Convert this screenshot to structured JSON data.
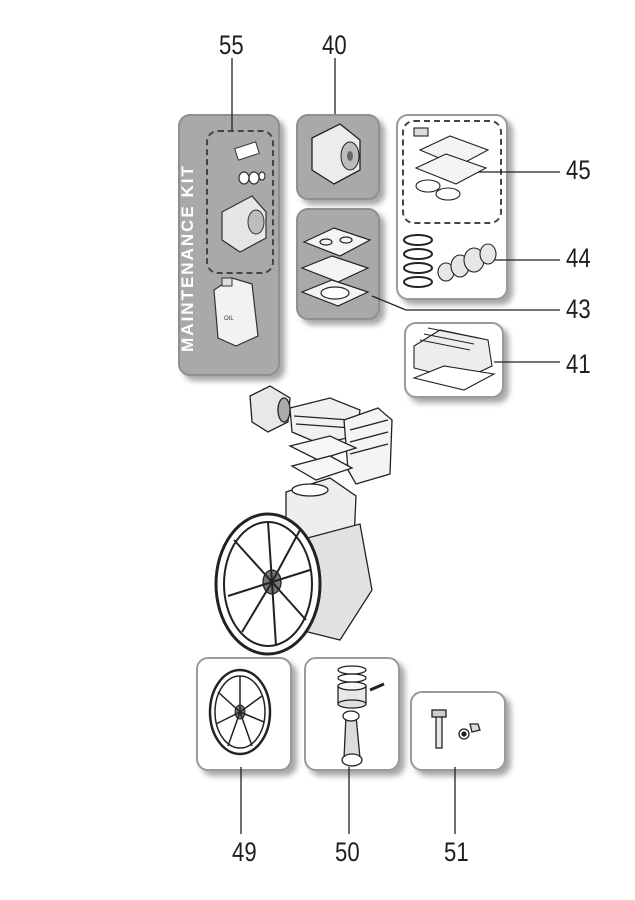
{
  "callouts": {
    "c55": "55",
    "c40": "40",
    "c45": "45",
    "c44": "44",
    "c43": "43",
    "c41": "41",
    "c49": "49",
    "c50": "50",
    "c51": "51"
  },
  "maintenance_kit": {
    "label": "MAINTENANCE KIT",
    "oil_can_text": "OIL"
  }
}
